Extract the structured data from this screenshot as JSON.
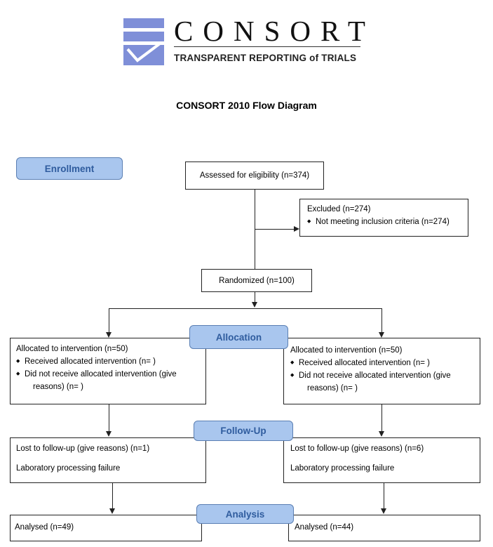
{
  "logo": {
    "word": "CONSORT",
    "tagline": "TRANSPARENT REPORTING of TRIALS",
    "colors": {
      "mark": "#7f8fd8",
      "check": "#ffffff"
    }
  },
  "title": "CONSORT 2010 Flow Diagram",
  "stages": {
    "enrollment": "Enrollment",
    "allocation": "Allocation",
    "followup": "Follow-Up",
    "analysis": "Analysis"
  },
  "enrollment": {
    "assessed": "Assessed for eligibility (n=374)",
    "excluded_title": "Excluded (n=274)",
    "excluded_reason": "Not meeting inclusion criteria (n=274)",
    "randomized": "Randomized (n=100)"
  },
  "left_arm": {
    "allocated": "Allocated to intervention (n=50)",
    "received": "Received allocated intervention (n=  )",
    "not_received_1": "Did not receive allocated intervention (give",
    "not_received_2": "reasons) (n=  )",
    "lost": "Lost to follow-up (give reasons) (n=1)",
    "lab_failure": "Laboratory processing failure",
    "analysed": "Analysed (n=49)"
  },
  "right_arm": {
    "allocated": "Allocated to intervention (n=50)",
    "received": "Received allocated intervention (n=  )",
    "not_received_1": "Did not receive allocated intervention (give",
    "not_received_2": "reasons) (n=  )",
    "lost": "Lost to follow-up (give reasons) (n=6)",
    "lab_failure": "Laboratory processing failure",
    "analysed": "Analysed (n=44)"
  },
  "colors": {
    "stage_fill": "#a9c6ee",
    "stage_text": "#2f5c9e",
    "stage_border": "#5b7fb3",
    "box_border": "#222222"
  }
}
